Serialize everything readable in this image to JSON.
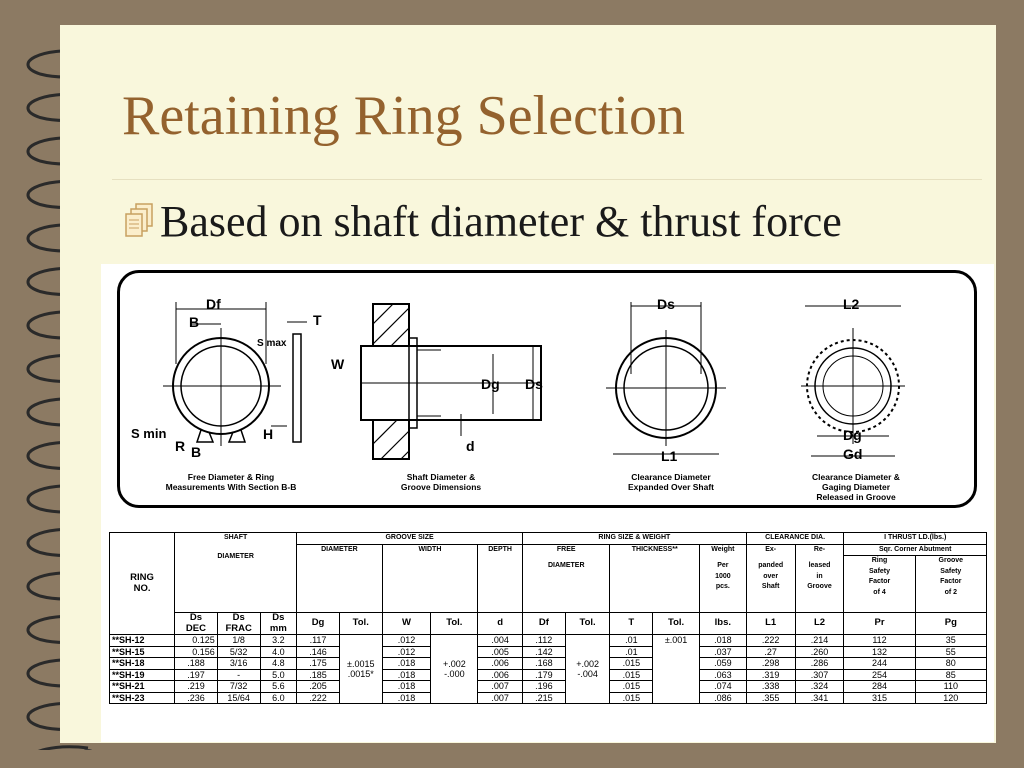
{
  "slide": {
    "title": "Retaining Ring Selection",
    "bullet": "Based on shaft diameter & thrust force",
    "colors": {
      "background": "#8c7a63",
      "page": "#f9f7dc",
      "title": "#94622e"
    }
  },
  "diagram": {
    "labels": {
      "df": "Df",
      "b_top": "B",
      "t": "T",
      "s_max": "S max",
      "s_min": "S min",
      "r": "R",
      "b_bottom": "B",
      "h": "H",
      "w": "W",
      "dg": "Dg",
      "ds": "Ds",
      "d": "d",
      "ds_top": "Ds",
      "l1": "L1",
      "l2": "L2",
      "dg_right": "Dg",
      "gd": "Gd"
    },
    "captions": [
      "Free Diameter & Ring Measurements With Section B-B",
      "Shaft Diameter & Groove Dimensions",
      "Clearance Diameter Expanded Over Shaft",
      "Clearance Diameter & Gaging Diameter Released in Groove"
    ]
  },
  "table": {
    "h": {
      "ring": "RING",
      "no": "NO.",
      "shaft": "SHAFT",
      "diameter": "DIAMETER",
      "groove": "GROOVE SIZE",
      "g_dia": "DIAMETER",
      "g_width": "WIDTH",
      "g_depth": "DEPTH",
      "rsw": "RING SIZE & WEIGHT",
      "free": "FREE",
      "free2": "DIAMETER",
      "thick": "THICKNESS**",
      "weight": "Weight",
      "per": "Per",
      "k": "1000",
      "pcs": "pcs.",
      "clear": "CLEARANCE DIA.",
      "ex": "Ex-",
      "panded": "panded",
      "over": "over",
      "shaft2": "Shaft",
      "re": "Re-",
      "leased": "leased",
      "in": "in",
      "groove2": "Groove",
      "thrust": "I THRUST LD.(lbs.)",
      "sqr": "Sqr. Corner Abutment",
      "ring2": "Ring",
      "safety": "Safety",
      "factor": "Factor",
      "of4": "of 4",
      "groove3": "Groove",
      "safety2": "Safety",
      "factor2": "Factor",
      "of2": "of 2"
    },
    "sub": [
      "Ds",
      "Ds",
      "Ds"
    ],
    "sub2": [
      "DEC",
      "FRAC",
      "mm"
    ],
    "cols": [
      "Dg",
      "Tol.",
      "W",
      "Tol.",
      "d",
      "Df",
      "Tol.",
      "T",
      "Tol.",
      "lbs.",
      "L1",
      "L2",
      "Pr",
      "Pg"
    ],
    "tol": {
      "dg1": "±.0015",
      "dg2": ".0015*",
      "w1": "+.002",
      "w2": "-.000",
      "df1": "+.002",
      "df2": "-.004",
      "t1": "±.001"
    },
    "rows": [
      {
        "ring": "**SH-12",
        "dec": "0.125",
        "frac": "1/8",
        "mm": "3.2",
        "dg": ".117",
        "w": ".012",
        "d": ".004",
        "df": ".112",
        "t": ".01",
        "lbs": ".018",
        "l1": ".222",
        "l2": ".214",
        "pr": "112",
        "pg": "35"
      },
      {
        "ring": "**SH-15",
        "dec": "0.156",
        "frac": "5/32",
        "mm": "4.0",
        "dg": ".146",
        "w": ".012",
        "d": ".005",
        "df": ".142",
        "t": ".01",
        "lbs": ".037",
        "l1": ".27",
        "l2": ".260",
        "pr": "132",
        "pg": "55"
      },
      {
        "ring": "**SH-18",
        "dec": ".188",
        "frac": "3/16",
        "mm": "4.8",
        "dg": ".175",
        "w": ".018",
        "d": ".006",
        "df": ".168",
        "t": ".015",
        "lbs": ".059",
        "l1": ".298",
        "l2": ".286",
        "pr": "244",
        "pg": "80"
      },
      {
        "ring": "**SH-19",
        "dec": ".197",
        "frac": "-",
        "mm": "5.0",
        "dg": ".185",
        "w": ".018",
        "d": ".006",
        "df": ".179",
        "t": ".015",
        "lbs": ".063",
        "l1": ".319",
        "l2": ".307",
        "pr": "254",
        "pg": "85"
      },
      {
        "ring": "**SH-21",
        "dec": ".219",
        "frac": "7/32",
        "mm": "5.6",
        "dg": ".205",
        "w": ".018",
        "d": ".007",
        "df": ".196",
        "t": ".015",
        "lbs": ".074",
        "l1": ".338",
        "l2": ".324",
        "pr": "284",
        "pg": "110"
      },
      {
        "ring": "**SH-23",
        "dec": ".236",
        "frac": "15/64",
        "mm": "6.0",
        "dg": ".222",
        "w": ".018",
        "d": ".007",
        "df": ".215",
        "t": ".015",
        "lbs": ".086",
        "l1": ".355",
        "l2": ".341",
        "pr": "315",
        "pg": "120"
      }
    ]
  }
}
